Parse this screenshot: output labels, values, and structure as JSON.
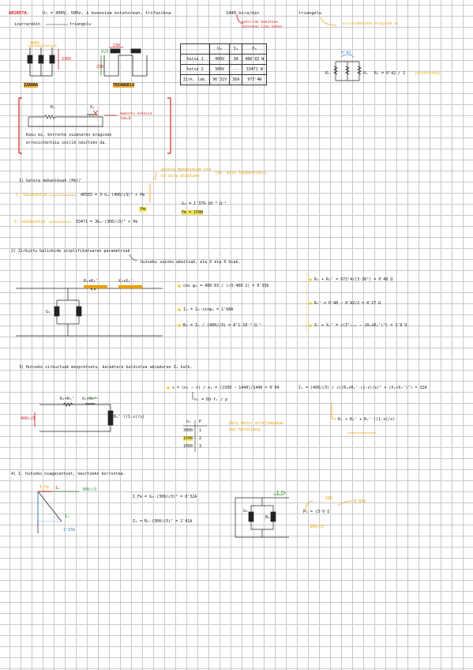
{
  "header": {
    "title": "ARIKETA.",
    "given": "U₁ = 400V, 50Hz, ⅄ konexioa estatorean, trifasikoa",
    "speed": "1440 bira/min",
    "triangle_note": "triangelu",
    "motor_note": "motorrak bokatzen dutenean izan behar",
    "freq_note": "arrieradatzeko eraginak ez",
    "connection_start": "izarrarekin",
    "connection_end": "triangelu",
    "label_400": "400V",
    "label_230_left": "230V",
    "label_400_left": "V√3",
    "label_230_top": "230",
    "izarra": "IZARRA",
    "triangelu": "TRIANGELU"
  },
  "table": {
    "headers": [
      "",
      "U₀",
      "I₀",
      "P₀"
    ],
    "rows": [
      [
        "hutsa 1",
        "400V",
        "3A",
        "488'83 W"
      ],
      [
        "hutsa 2",
        "300V",
        "---",
        "33471 W"
      ],
      [
        "Zirk. lab.",
        "96'31V",
        "36A",
        "973'4W"
      ]
    ]
  },
  "circuit_note": {
    "r1": "R₁",
    "x1": "X₁",
    "arrow_text": "momentu eskasia lab=0",
    "line1": "Kasu ez, korronte zuzenaren eraginez",
    "line2": "erresistentzia soilik neurtzen da."
  },
  "resistor_net": {
    "top": "0'42",
    "r_label": "R₁",
    "formula": "R₁ = 0'42 / 2",
    "note": "(estatorea)"
  },
  "q1": {
    "title": "1) Galera mekanikoak (Pm)?",
    "note_top": "galera mekanikoak eta",
    "note_top2": "ez dira aldatzen",
    "note_bracket": "(ez. ezin konpentsatu)",
    "line1_label": "1. saiakuntza",
    "line1_eq": "46555 = 3·G₀·(400/√3)² + Pm",
    "line2_label": "2. saiakuntza",
    "line2_eq": "33471 = 3G₀·(300/√3)² + Pm",
    "pm_box": "Pm",
    "result1": "G₀ = 1'379·10⁻³ Ω⁻¹",
    "result2": "Pm = 158W"
  },
  "q2": {
    "title": "2) Zirkuitu baliokide sinplifikatuaren parametroak",
    "subtitle": "hutseko saioko emaitzak, eta X eta X biak.",
    "labels": {
      "r1x1": "R₁+R₂'",
      "x": "X₁+X₂'",
      "g0": "G₀",
      "b0": "B₀"
    },
    "eq1": "cos φ₀ = 488'83 / (√3·400·2) = 0'336",
    "eq2": "Iₘ = I₀·sinφ₀ = 1'88A",
    "eq3": "B₀ = Iₘ / (400/√3) = 8'1·10⁻³ Ω⁻¹",
    "eq4": "R₁ + R₂' = 973'4/(3·36²) = 0'48 Ω",
    "eq5": "R₂' = 0'48 − 0'42/2 = 0'27 Ω",
    "eq6": "X₁ + X₂' = √(Z²ₘₐₓ − (R₁+R₂')²) = 1'9 Ω"
  },
  "q3": {
    "title": "3) Hutseko zirkuituak mespretxatu, karaktere baldintza abiaduran I₁ kalk.",
    "eq1": "s = (n₁ − n) / n₁ = (1500 − 1440)/1440 = 0'04",
    "eq1b": "n₁ = 60·f₁ / p",
    "table_headers": [
      "n₁",
      "P"
    ],
    "table_rows": [
      [
        "3000",
        "1"
      ],
      [
        "1500",
        "2"
      ],
      [
        "1000",
        "3"
      ]
    ],
    "note": "beti motor errejimenean",
    "note2": "bat hurbilena.",
    "eq2": "I₁ = (400/√3) / √((R₁+R₂'·(1-s)/s)² + (X₁+X₂')²) = 32A",
    "eq3": "R₁ + R₂' + R₂'·((1-s)/s)",
    "voltage": "400/√3",
    "r1x1": "R₁+R₂'",
    "x1x2": "X₁+X₂'",
    "rload": "R₂'·((1-s)/s)"
  },
  "q4": {
    "title": "4) I. hutseko osagaientzat, neurtzeko korrontea.",
    "phasor_v": "300/√3",
    "phasor_im": "Iₘ",
    "phasor_ife": "I_Fe",
    "phasor_i0": "I₀",
    "phasor_val": "1'93A",
    "eq1": "I_Fe = G₀·(300/√3)² = 0'32A",
    "eq2": "Iₘ = B₀·(300/√3)² = 1'41A",
    "pm_eq": "Pₘ = √3·V·I",
    "label_180": "180",
    "label_im": "0'83A",
    "label_300": "300/√3",
    "ckt_g0": "G₀",
    "ckt_b0": "B₀",
    "ckt_ih": "I_Fe"
  },
  "colors": {
    "accent_red": "#d32020",
    "accent_orange": "#e8a000",
    "accent_green": "#2a8a2a",
    "highlight": "#f6e45c"
  }
}
